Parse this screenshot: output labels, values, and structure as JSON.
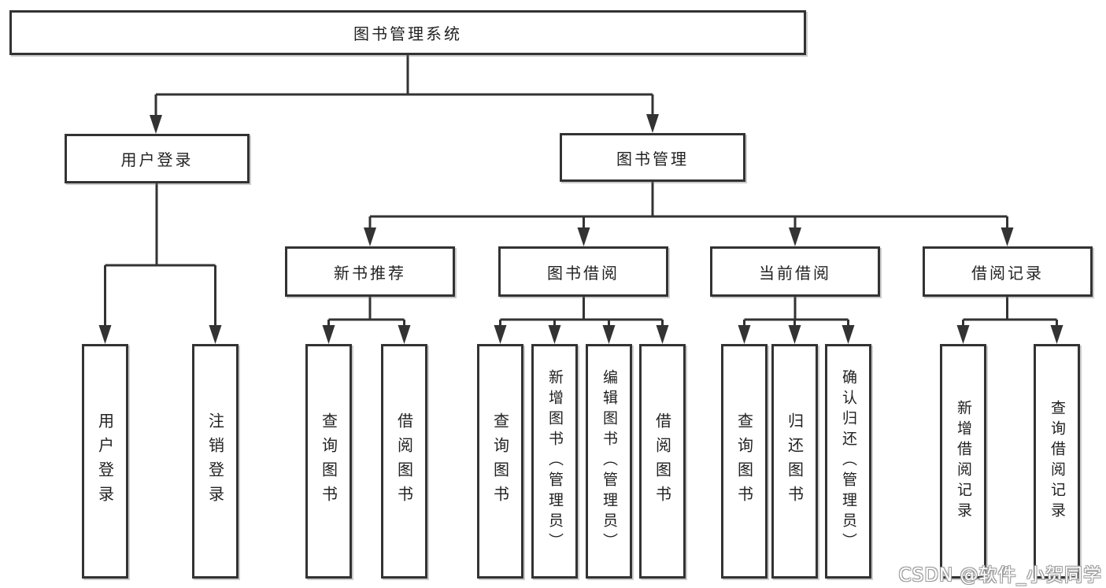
{
  "colors": {
    "background": "#ffffff",
    "line": "#333333",
    "box_border": "#333333",
    "text": "#222222",
    "watermark_outline": "#9c9c9c"
  },
  "tree": {
    "label": "图书管理系统",
    "children": [
      {
        "label": "用户登录",
        "children": [
          {
            "label": "用户登录"
          },
          {
            "label": "注销登录"
          }
        ]
      },
      {
        "label": "图书管理",
        "children": [
          {
            "label": "新书推荐",
            "children": [
              {
                "label": "查询图书"
              },
              {
                "label": "借阅图书"
              }
            ]
          },
          {
            "label": "图书借阅",
            "children": [
              {
                "label": "查询图书"
              },
              {
                "label": "新增图书（管理员）"
              },
              {
                "label": "编辑图书（管理员）"
              },
              {
                "label": "借阅图书"
              }
            ]
          },
          {
            "label": "当前借阅",
            "children": [
              {
                "label": "查询图书"
              },
              {
                "label": "归还图书"
              },
              {
                "label": "确认归还（管理员）"
              }
            ]
          },
          {
            "label": "借阅记录",
            "children": [
              {
                "label": "新增借阅记录"
              },
              {
                "label": "查询借阅记录"
              }
            ]
          }
        ]
      }
    ]
  },
  "watermark": {
    "text": "CSDN @软件_小贺同学"
  }
}
